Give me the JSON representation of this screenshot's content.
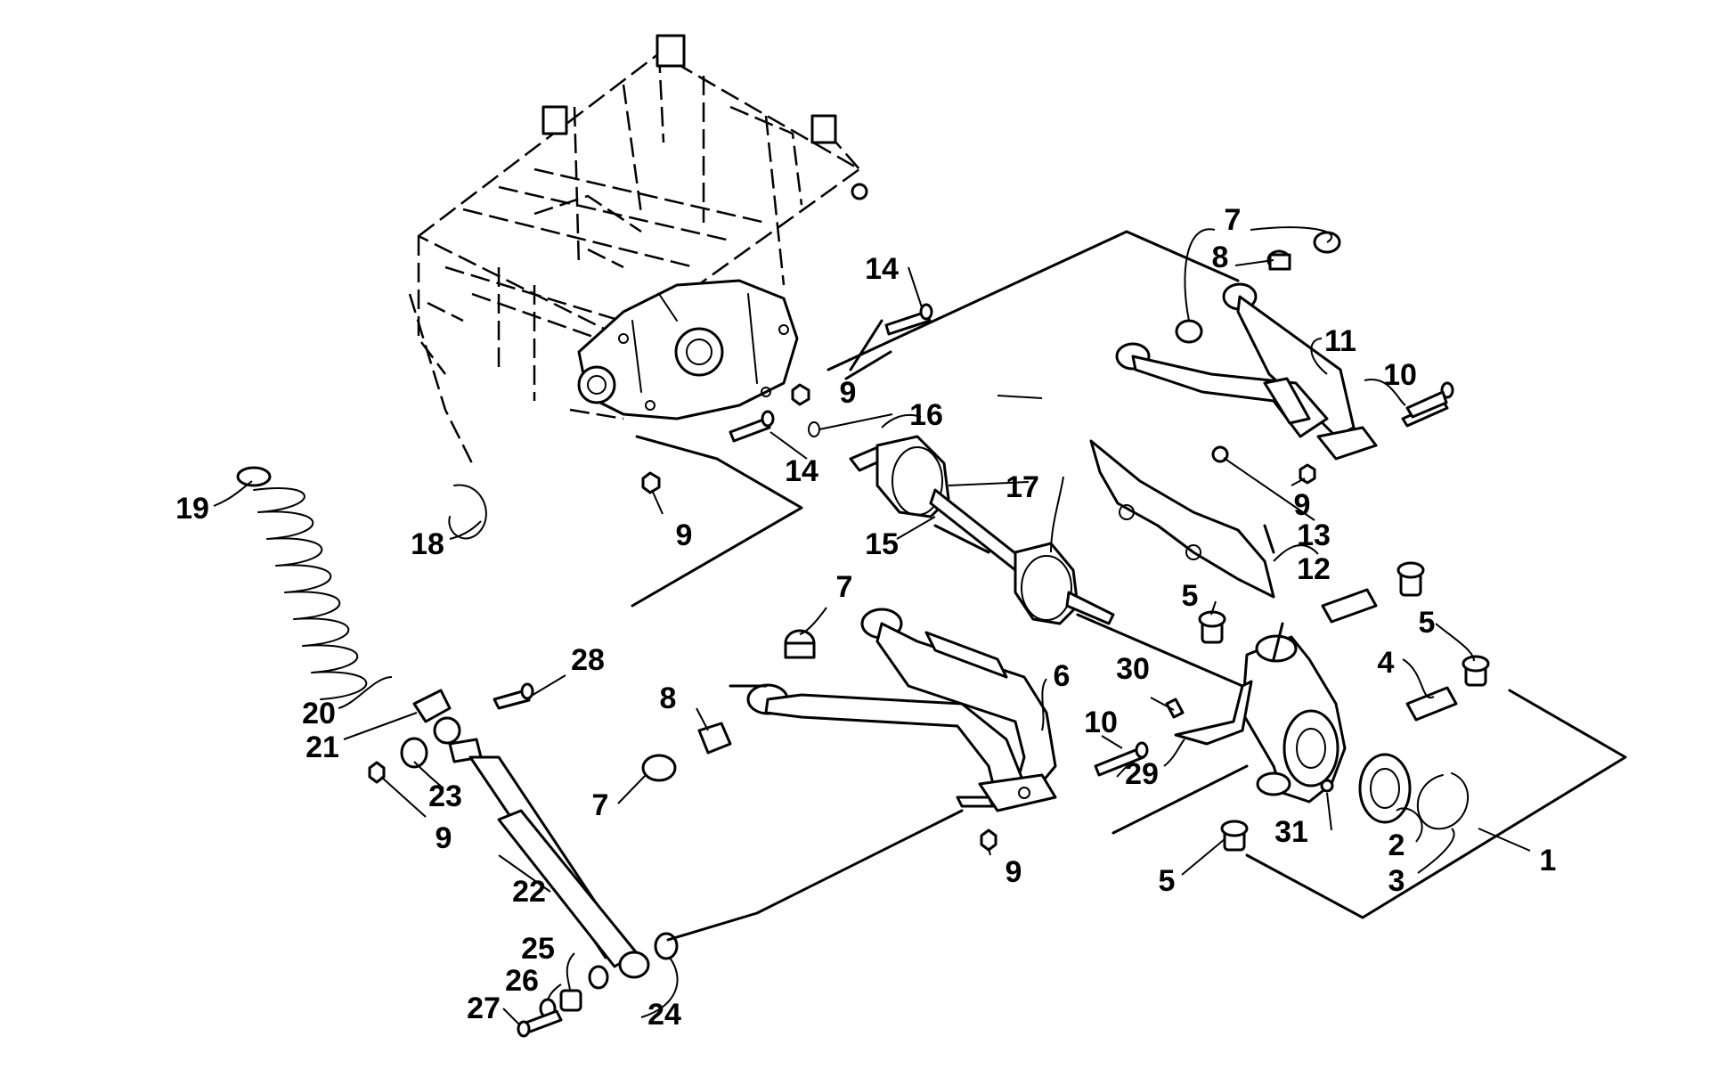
{
  "callouts": [
    {
      "id": "c1",
      "text": "1"
    },
    {
      "id": "c2",
      "text": "2"
    },
    {
      "id": "c3",
      "text": "3"
    },
    {
      "id": "c4",
      "text": "4"
    },
    {
      "id": "c5a",
      "text": "5"
    },
    {
      "id": "c5b",
      "text": "5"
    },
    {
      "id": "c5c",
      "text": "5"
    },
    {
      "id": "c6",
      "text": "6"
    },
    {
      "id": "c7a",
      "text": "7"
    },
    {
      "id": "c7b",
      "text": "7"
    },
    {
      "id": "c7c",
      "text": "7"
    },
    {
      "id": "c8a",
      "text": "8"
    },
    {
      "id": "c8b",
      "text": "8"
    },
    {
      "id": "c9a",
      "text": "9"
    },
    {
      "id": "c9b",
      "text": "9"
    },
    {
      "id": "c9c",
      "text": "9"
    },
    {
      "id": "c9d",
      "text": "9"
    },
    {
      "id": "c9e",
      "text": "9"
    },
    {
      "id": "c10a",
      "text": "10"
    },
    {
      "id": "c10b",
      "text": "10"
    },
    {
      "id": "c11",
      "text": "11"
    },
    {
      "id": "c12",
      "text": "12"
    },
    {
      "id": "c13",
      "text": "13"
    },
    {
      "id": "c14a",
      "text": "14"
    },
    {
      "id": "c14b",
      "text": "14"
    },
    {
      "id": "c15",
      "text": "15"
    },
    {
      "id": "c16",
      "text": "16"
    },
    {
      "id": "c17",
      "text": "17"
    },
    {
      "id": "c18",
      "text": "18"
    },
    {
      "id": "c19",
      "text": "19"
    },
    {
      "id": "c20",
      "text": "20"
    },
    {
      "id": "c21",
      "text": "21"
    },
    {
      "id": "c22",
      "text": "22"
    },
    {
      "id": "c23",
      "text": "23"
    },
    {
      "id": "c24",
      "text": "24"
    },
    {
      "id": "c25",
      "text": "25"
    },
    {
      "id": "c26",
      "text": "26"
    },
    {
      "id": "c27",
      "text": "27"
    },
    {
      "id": "c28",
      "text": "28"
    },
    {
      "id": "c29",
      "text": "29"
    },
    {
      "id": "c30",
      "text": "30"
    },
    {
      "id": "c31",
      "text": "31"
    }
  ]
}
